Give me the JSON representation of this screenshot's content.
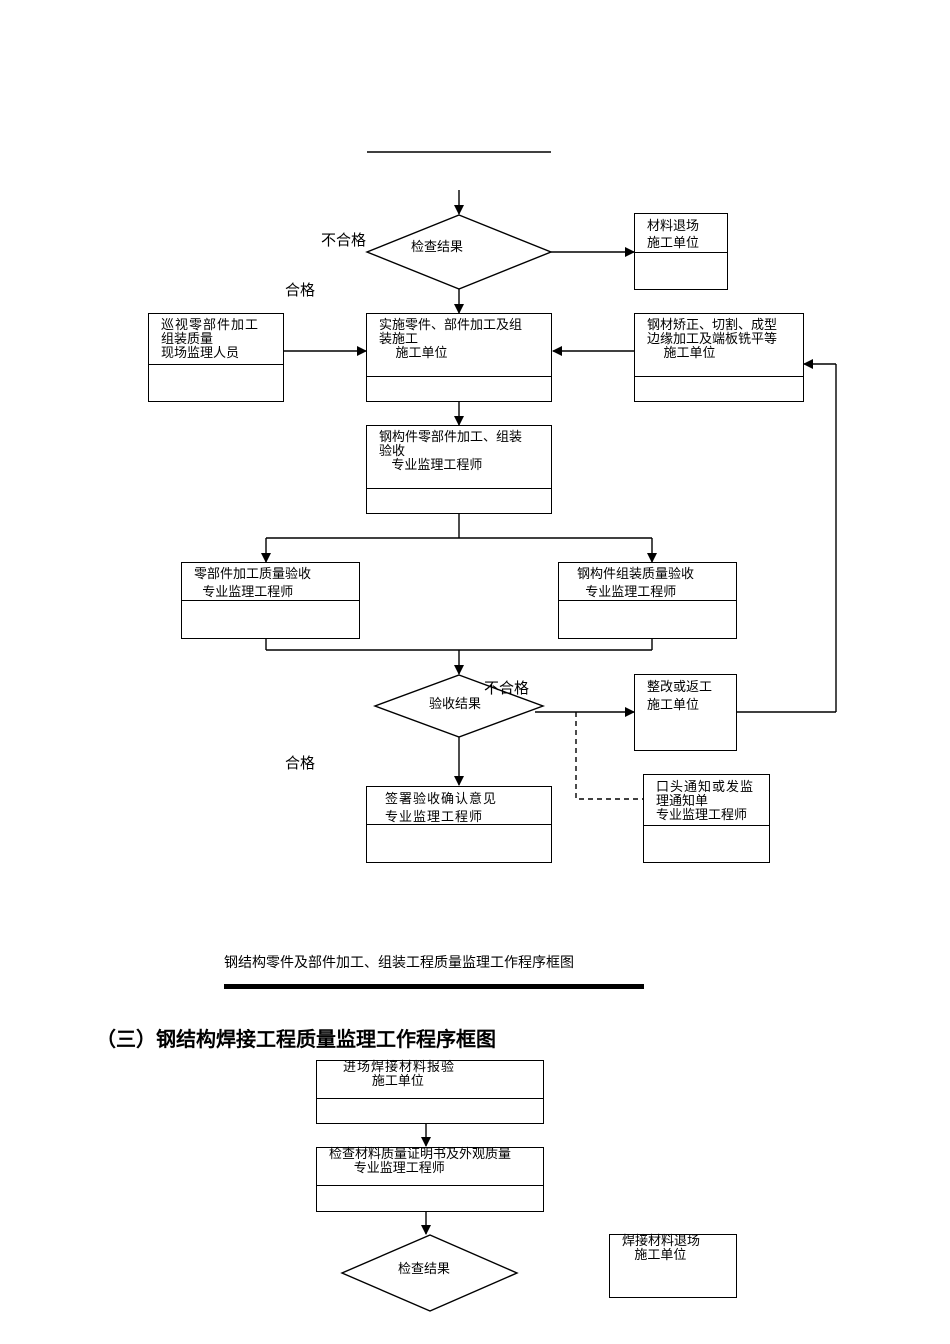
{
  "diagram1": {
    "caption": "钢结构零件及部件加工、组装工程质量监理工作程序框图",
    "decision_check": "检查结果",
    "decision_accept": "验收结果",
    "label_fail_1": "不合格",
    "label_pass_1": "合格",
    "label_fail_2": "不合格",
    "label_pass_2": "合格",
    "boxes": {
      "material_return": [
        "材料退场",
        "施工单位"
      ],
      "patrol": [
        "巡视零部件加工",
        "组装质量",
        "现场监理人员"
      ],
      "implement": [
        "实施零件、部件加工及组",
        "装施工",
        "    施工单位"
      ],
      "straighten": [
        "钢材矫正、切割、成型",
        "边缘加工及端板铣平等",
        "    施工单位"
      ],
      "inspection": [
        "钢构件零部件加工、组装",
        "验收",
        "   专业监理工程师"
      ],
      "parts_quality": [
        "零部件加工质量验收",
        "  专业监理工程师"
      ],
      "assembly_quality": [
        "钢构件组装质量验收",
        "  专业监理工程师"
      ],
      "rework": [
        "整改或返工",
        "施工单位"
      ],
      "sign": [
        "签署验收确认意见",
        "专业监理工程师"
      ],
      "notice": [
        "口头通知或发监",
        "理通知单",
        "专业监理工程师"
      ]
    }
  },
  "section_heading": "（三）钢结构焊接工程质量监理工作程序框图",
  "diagram2": {
    "decision_check": "检查结果",
    "boxes": {
      "material_report": [
        "进场焊接材料报验",
        "       施工单位"
      ],
      "check_certificate": [
        "检查材料质量证明书及外观质量",
        "      专业监理工程师"
      ],
      "weld_return": [
        "焊接材料退场",
        "   施工单位"
      ]
    }
  }
}
